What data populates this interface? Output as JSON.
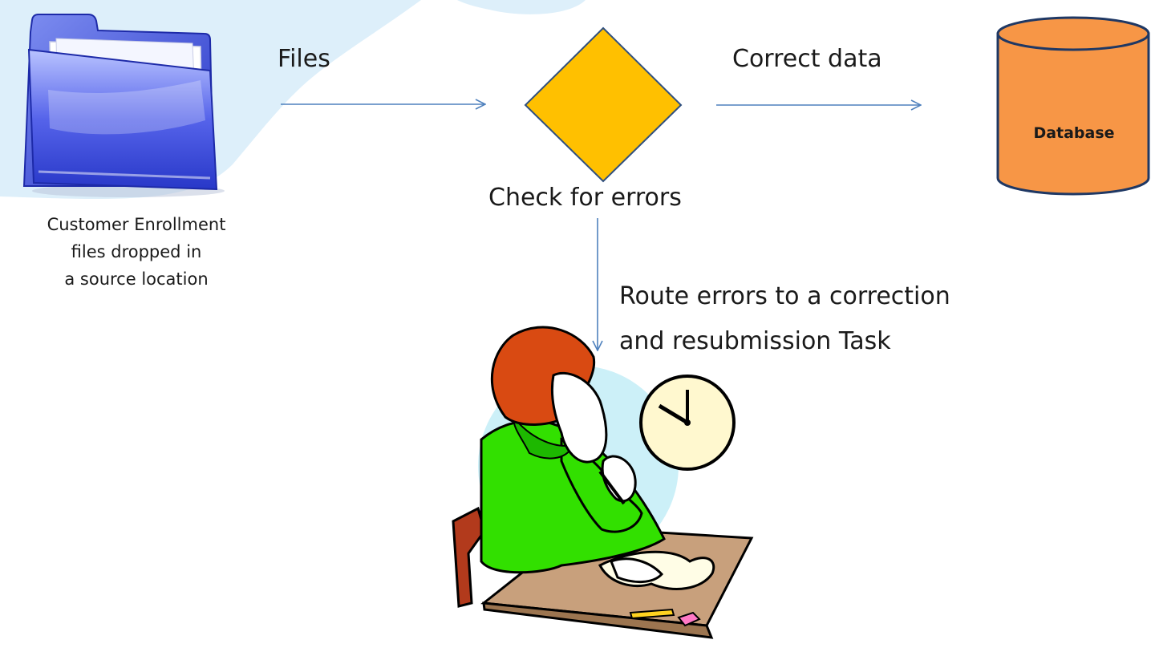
{
  "diagram": {
    "source": {
      "icon": "folder-icon",
      "caption_lines": [
        "Customer Enrollment",
        "files dropped in",
        "a source location"
      ]
    },
    "edges": {
      "files": "Files",
      "correct_data": "Correct data",
      "route_errors_lines": [
        "Route errors to a correction",
        "and resubmission Task"
      ]
    },
    "decision": {
      "label": "Check for errors",
      "color": "#FFC000"
    },
    "database": {
      "label": "Database",
      "color": "#F79646",
      "border": "#1F3864"
    },
    "task_clipart": {
      "icon": "person-at-desk-icon",
      "clock_icon": "clock-icon"
    },
    "colors": {
      "arrow": "#4F81BD",
      "background_blob": "#DDEFFA",
      "task_circle": "#CCF0F8"
    }
  }
}
